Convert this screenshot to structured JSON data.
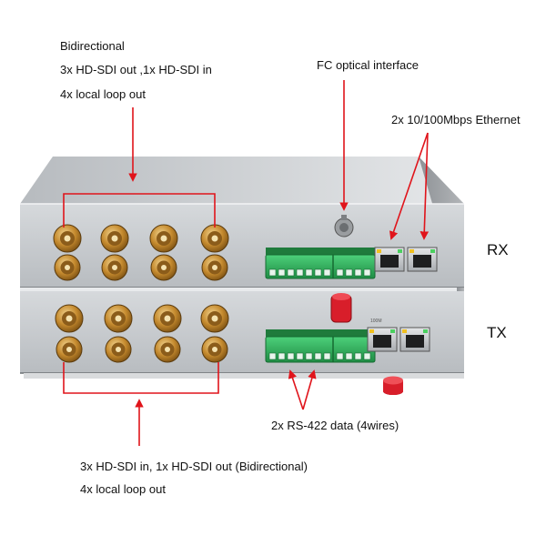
{
  "annotations": {
    "top_left": [
      "Bidirectional",
      "3x HD-SDI out ,1x HD-SDI in",
      "4x local loop out"
    ],
    "fc_optical": "FC optical interface",
    "ethernet": "2x 10/100Mbps Ethernet",
    "rs422": "2x RS-422 data (4wires)",
    "bottom_left": [
      "3x HD-SDI  in, 1x HD-SDI out (Bidirectional)",
      "4x local loop out"
    ],
    "rx": "RX",
    "tx": "TX"
  },
  "port_text": {
    "eth": "100M"
  },
  "colors": {
    "arrow": "#e0141b",
    "chassis_front": "#c9cccf",
    "chassis_top": "#dcdfe2",
    "chassis_side": "#9a9ea2",
    "bnc_gold": "#c58a2e",
    "terminal_green": "#2fb35a",
    "fc_cap": "#d81e2a"
  }
}
